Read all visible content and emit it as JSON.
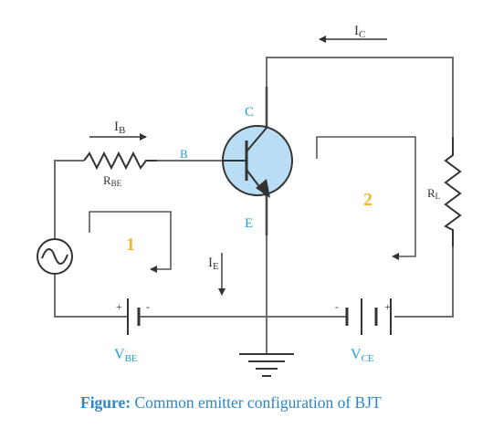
{
  "labels": {
    "ic": "I",
    "ic_sub": "C",
    "ib": "I",
    "ib_sub": "B",
    "ie": "I",
    "ie_sub": "E",
    "rbe": "R",
    "rbe_sub": "BE",
    "rl": "R",
    "rl_sub": "L",
    "vbe": "V",
    "vbe_sub": "BE",
    "vce": "V",
    "vce_sub": "CE",
    "terminal_c": "C",
    "terminal_b": "B",
    "terminal_e": "E",
    "loop1": "1",
    "loop2": "2",
    "plus": "+",
    "minus": "-"
  },
  "caption": {
    "prefix": "Figure:",
    "text": " Common emitter configuration of BJT"
  },
  "colors": {
    "wire": "#6d6d6d",
    "terminal_text": "#1e9fd6",
    "loop_number": "#f5b731",
    "transistor_fill": "#b9ddf5",
    "caption": "#2a86c9",
    "text": "#333333"
  }
}
